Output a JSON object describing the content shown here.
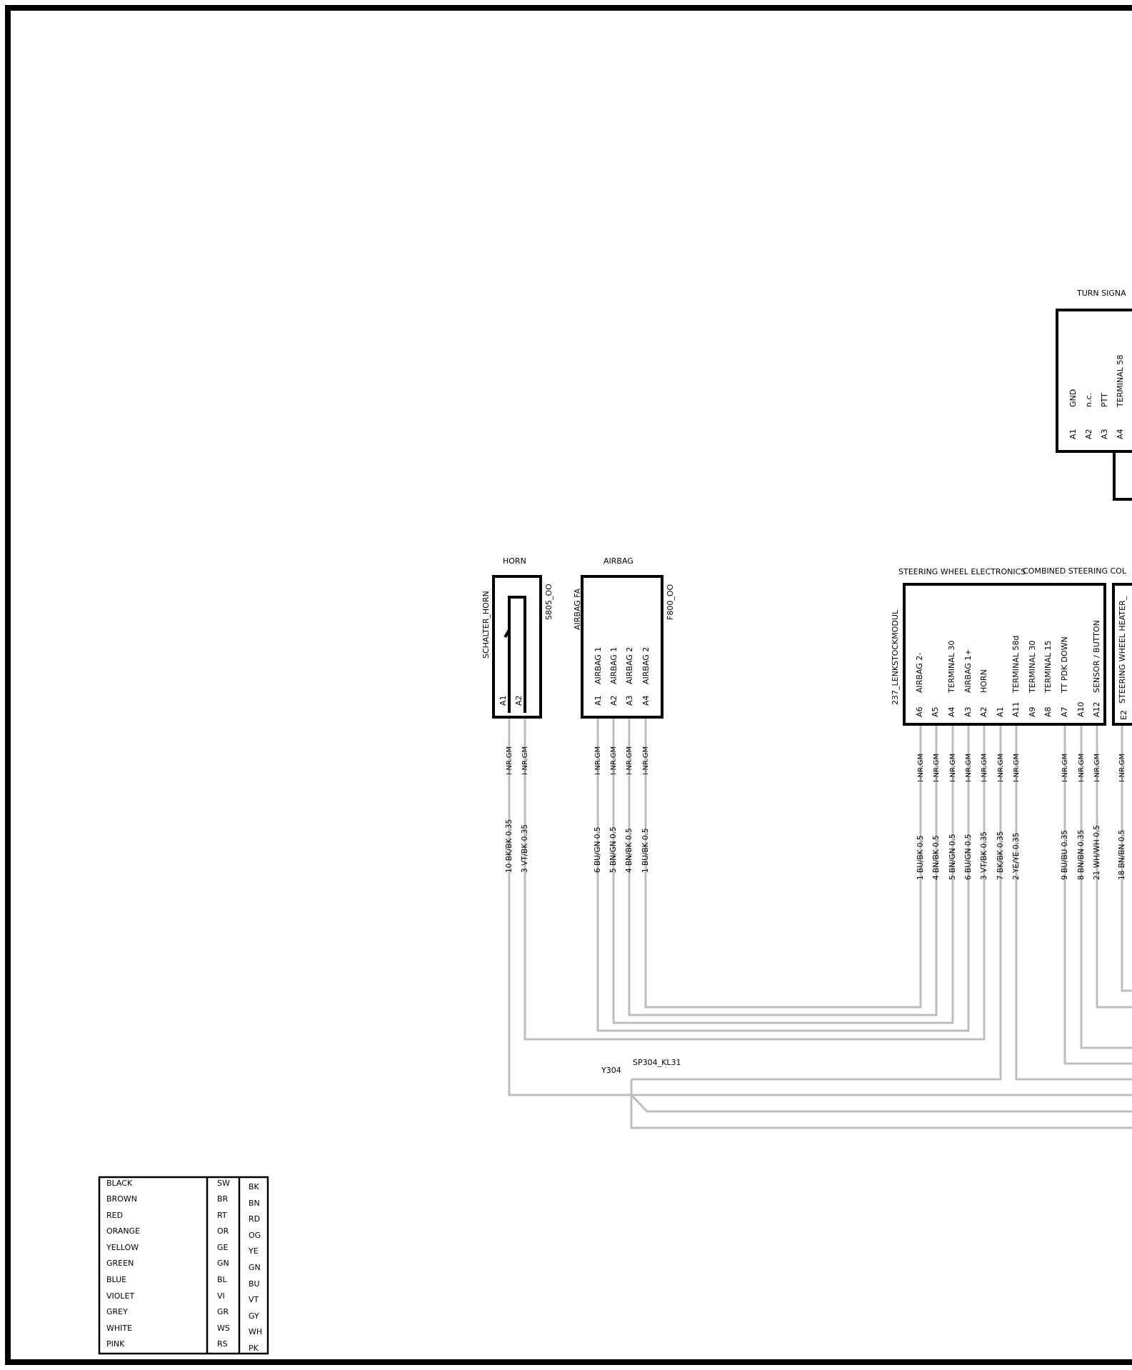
{
  "components": {
    "horn": {
      "title": "HORN",
      "side_label": "SCHALTER_HORN",
      "code": "S805_OO",
      "pins": [
        {
          "pin": "A1",
          "name": ""
        },
        {
          "pin": "A2",
          "name": ""
        }
      ]
    },
    "airbag": {
      "title": "AIRBAG",
      "side_label": "AIRBAG FA",
      "code": "F800_OO",
      "pins": [
        {
          "pin": "A1",
          "name": "AIRBAG 1"
        },
        {
          "pin": "A2",
          "name": "AIRBAG 1"
        },
        {
          "pin": "A3",
          "name": "AIRBAG 2"
        },
        {
          "pin": "A4",
          "name": "AIRBAG 2"
        }
      ]
    },
    "steering_wheel_electronics": {
      "title": "STEERING WHEEL ELECTRONICS",
      "side_label": "237_LENKSTOCKMODUL",
      "pins": [
        {
          "pin": "A6",
          "name": "AIRBAG 2-"
        },
        {
          "pin": "A5",
          "name": ""
        },
        {
          "pin": "A4",
          "name": "TERMINAL 30"
        },
        {
          "pin": "A3",
          "name": "AIRBAG 1+"
        },
        {
          "pin": "A2",
          "name": "HORN"
        },
        {
          "pin": "A1",
          "name": ""
        },
        {
          "pin": "A11",
          "name": "TERMINAL 58d"
        },
        {
          "pin": "A9",
          "name": "TERMINAL 30"
        },
        {
          "pin": "A8",
          "name": "TERMINAL 15"
        },
        {
          "pin": "A7",
          "name": "TT PDK DOWN"
        },
        {
          "pin": "A10",
          "name": ""
        },
        {
          "pin": "A12",
          "name": "SENSOR  /  BUTTON"
        }
      ]
    },
    "combined_steering": {
      "title": "COMBINED STEERING COL",
      "side_label": "STEERING WHEEL HEATER_",
      "pins": [
        {
          "pin": "E2",
          "name": ""
        }
      ]
    },
    "turn_signal": {
      "title": "TURN SIGNA",
      "pins": [
        {
          "pin": "A1",
          "name": "GND"
        },
        {
          "pin": "A2",
          "name": "n.c."
        },
        {
          "pin": "A3",
          "name": "PTT"
        },
        {
          "pin": "A4",
          "name": "TERMINAL 58"
        }
      ]
    }
  },
  "connector_code": "I-NR.GM",
  "wires": {
    "horn": [
      "10 BK/BK 0.35",
      "3 VT/BK 0.35"
    ],
    "airbag": [
      "6 BU/GN 0.5",
      "5 BN/GN 0.5",
      "4 BN/BK 0.5",
      "1 BU/BK 0.5"
    ],
    "swe": [
      "1 BU/BK 0.5",
      "4 BN/BK 0.5",
      "5 BN/GN 0.5",
      "6 BU/GN 0.5",
      "3 VT/BK 0.35",
      "7 BK/BK 0.35",
      "2 YE/YE 0.35",
      "9 BU/BU 0.35",
      "8 BN/BN 0.35",
      "21 WH/WH 0.5"
    ],
    "csc": [
      "18 BN/BN 0.5"
    ]
  },
  "splice": {
    "ground": "Y304",
    "name": "SP304_KL31"
  },
  "color_legend": [
    {
      "name": "BLACK",
      "de": "SW",
      "en": "BK"
    },
    {
      "name": "BROWN",
      "de": "BR",
      "en": "BN"
    },
    {
      "name": "RED",
      "de": "RT",
      "en": "RD"
    },
    {
      "name": "ORANGE",
      "de": "OR",
      "en": "OG"
    },
    {
      "name": "YELLOW",
      "de": "GE",
      "en": "YE"
    },
    {
      "name": "GREEN",
      "de": "GN",
      "en": "GN"
    },
    {
      "name": "BLUE",
      "de": "BL",
      "en": "BU"
    },
    {
      "name": "VIOLET",
      "de": "VI",
      "en": "VT"
    },
    {
      "name": "GREY",
      "de": "GR",
      "en": "GY"
    },
    {
      "name": "WHITE",
      "de": "WS",
      "en": "WH"
    },
    {
      "name": "PINK",
      "de": "RS",
      "en": "PK"
    }
  ]
}
